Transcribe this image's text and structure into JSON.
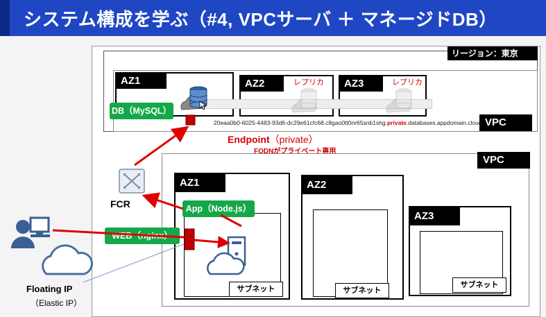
{
  "title": "システム構成を学ぶ（#4, VPCサーバ ＋ マネージドDB）",
  "region_label": "リージョン：東京",
  "db_vpc": {
    "label": "VPC",
    "az1": "AZ1",
    "az2": "AZ2",
    "az3": "AZ3",
    "db_label": "DB（MySQL）",
    "replica_label_1": "レプリカ",
    "replica_label_2": "レプリカ",
    "fqdn_prefix": "20eaa0b0-6025-4483-93d6-dc29e61cfc68.c8gao0tt0nr65snb1shg.",
    "fqdn_private": "private",
    "fqdn_suffix": ".databases.appdomain.cloud"
  },
  "endpoint": {
    "title": "Endpoint",
    "paren": "（private）",
    "note": "FQDNがプライベート専用"
  },
  "app_vpc": {
    "label": "VPC",
    "az1": "AZ1",
    "az2": "AZ2",
    "az3": "AZ3",
    "app_label": "App（Node.js）",
    "web_label": "WEB（nginx）",
    "subnet_1": "サブネット",
    "subnet_2": "サブネット",
    "subnet_3": "サブネット"
  },
  "fcr_label": "FCR",
  "floating_ip": "Floating IP",
  "floating_ip_sub": "（Elastic IP）",
  "colors": {
    "title_bg": "#1f47c4",
    "green": "#15a84a",
    "red": "#e00000",
    "black": "#000000"
  }
}
